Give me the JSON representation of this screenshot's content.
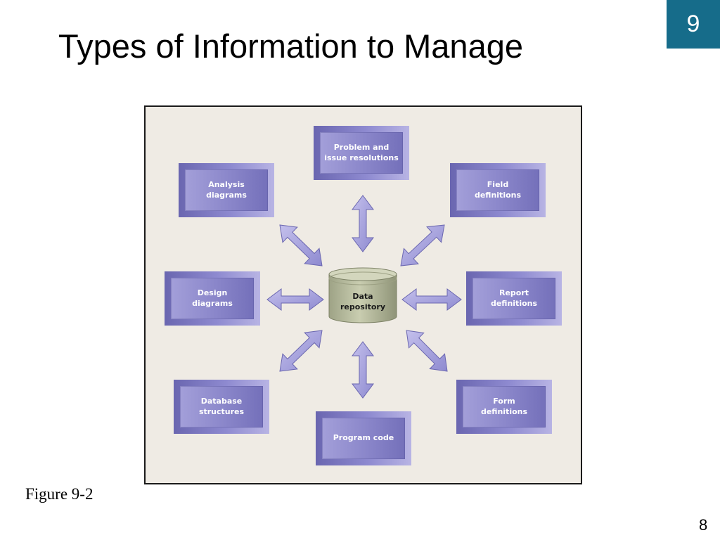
{
  "slide": {
    "chapter": "9",
    "title": "Types of Information to Manage",
    "caption": "Figure 9-2",
    "page_number": "8"
  },
  "diagram": {
    "center": "Data\nrepository",
    "nodes": {
      "problem": "Problem and\nissue resolutions",
      "analysis": "Analysis\ndiagrams",
      "field": "Field\ndefinitions",
      "design": "Design\ndiagrams",
      "report": "Report\ndefinitions",
      "database": "Database\nstructures",
      "form": "Form\ndefinitions",
      "program": "Program code"
    }
  },
  "colors": {
    "chapter_badge": "#166c8a",
    "figure_background": "#efebe4",
    "box_purple": "#8c88cb",
    "arrow_purple": "#a8a4dc",
    "cylinder_green": "#b8bd9e"
  }
}
